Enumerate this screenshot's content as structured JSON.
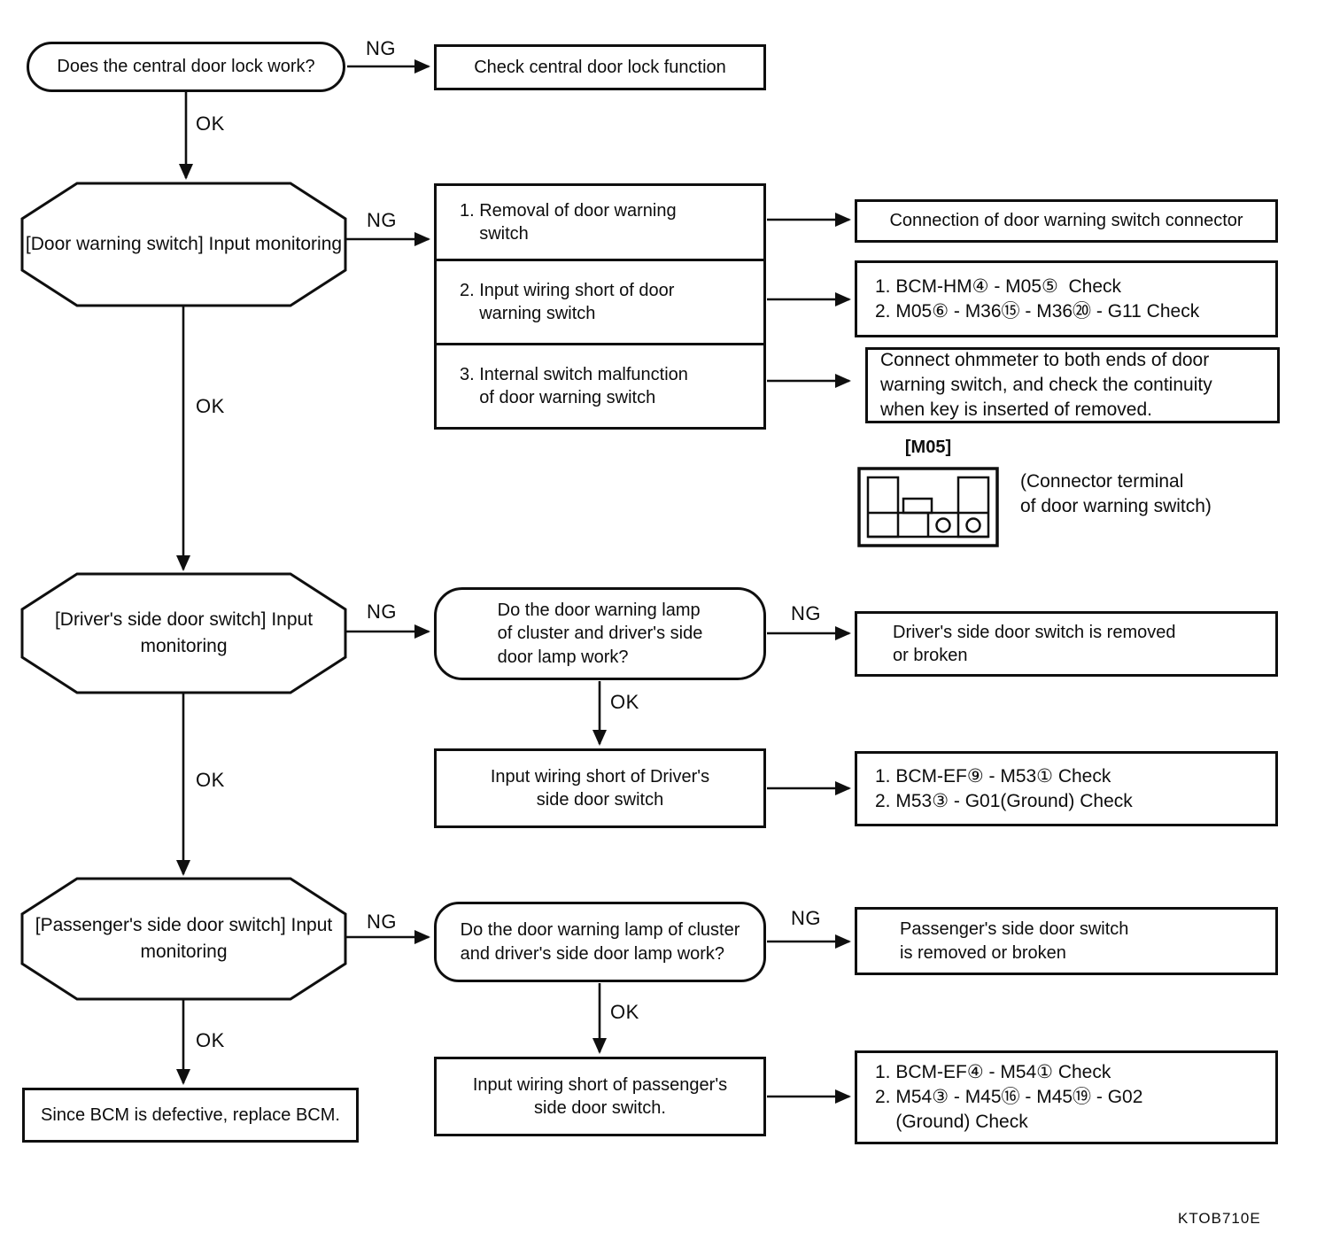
{
  "flow": {
    "code": "KTOB710E",
    "ok": "OK",
    "ng": "NG",
    "start": {
      "text": "Does the central door lock work?"
    },
    "check_central": {
      "text": "Check central door lock function"
    },
    "door_warning": {
      "monitor": "[Door warning switch]\nInput monitoring",
      "causes": [
        {
          "text": "1. Removal of door warning\n    switch"
        },
        {
          "text": "2. Input wiring short of door\n    warning switch"
        },
        {
          "text": "3. Internal switch malfunction\n    of door warning switch"
        }
      ],
      "remedies": [
        {
          "text": "Connection of door warning switch connector"
        },
        {
          "text": "1. BCM-HM④ - M05⑤  Check\n2. M05⑥ - M36⑮ - M36⑳ - G11 Check"
        },
        {
          "text": "Connect ohmmeter to both ends of door\nwarning switch, and check the continuity\nwhen key is inserted of removed."
        }
      ],
      "connector": {
        "label": "[M05]",
        "caption": "(Connector terminal\nof door warning switch)"
      }
    },
    "driver": {
      "monitor": "[Driver's side door switch]\nInput monitoring",
      "question": "Do the door warning lamp\nof cluster and driver's side\ndoor lamp work?",
      "ng_result": "Driver's side door switch is removed\nor broken",
      "ok_action": "Input wiring short of Driver's\nside door switch",
      "check": "1. BCM-EF⑨ - M53① Check\n2. M53③ - G01(Ground) Check"
    },
    "passenger": {
      "monitor": "[Passenger's side door switch]\nInput monitoring",
      "question": "Do the door warning lamp of cluster\nand driver's side door lamp work?",
      "ng_result": "Passenger's side door switch\nis removed or broken",
      "ok_action": "Input wiring short of passenger's\nside door switch.",
      "check": "1. BCM-EF④ - M54① Check\n2. M54③ - M45⑯ - M45⑲ - G02\n    (Ground) Check"
    },
    "final": {
      "text": "Since BCM is defective, replace BCM."
    }
  }
}
